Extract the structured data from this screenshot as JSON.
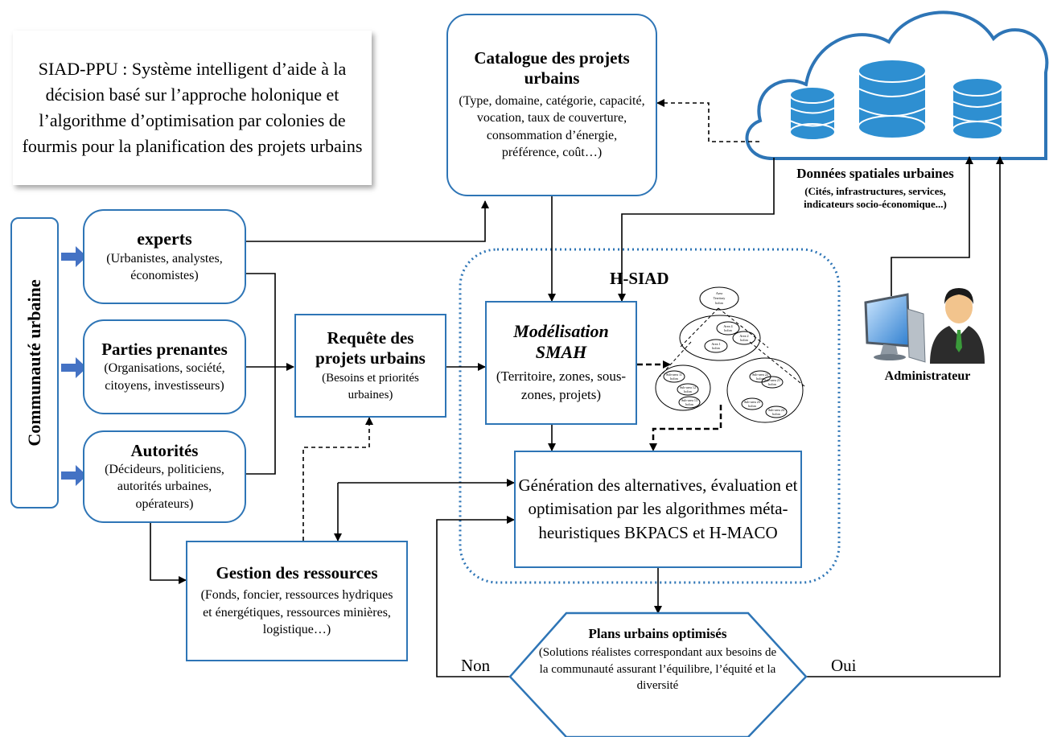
{
  "caption": "SIAD-PPU : Système intelligent d’aide à la décision basé sur l’approche holonique et l’algorithme d’optimisation par colonies de fourmis pour la planification des projets urbains",
  "communaute": "Communauté urbaine",
  "experts": {
    "title": "experts",
    "desc": "(Urbanistes, analystes, économistes)"
  },
  "parties": {
    "title": "Parties prenantes",
    "desc": "(Organisations, société, citoyens, investisseurs)"
  },
  "autorites": {
    "title": "Autorités",
    "desc": "(Décideurs, politiciens, autorités urbaines, opérateurs)"
  },
  "requete": {
    "title": "Requête des projets urbains",
    "desc": "(Besoins et priorités urbaines)"
  },
  "catalogue": {
    "title": "Catalogue des projets urbains",
    "desc": "(Type, domaine, catégorie, capacité, vocation, taux de couverture, consommation d’énergie, préférence, coût…)"
  },
  "donnees": {
    "title": "Données spatiales urbaines",
    "desc": "(Cités, infrastructures, services, indicateurs socio-économique...)"
  },
  "hsiad": "H-SIAD",
  "modelisation": {
    "title": "Modélisation SMAH",
    "desc": "(Territoire, zones, sous-zones, projets)"
  },
  "generation": "Génération des alternatives, évaluation et optimisation par les algorithmes méta-heuristiques BKPACS et H-MACO",
  "gestion": {
    "title": "Gestion des ressources",
    "desc": "(Fonds, foncier, ressources hydriques et énergétiques, ressources minières, logistique…)"
  },
  "plans": {
    "title": "Plans urbains optimisés",
    "desc": "(Solutions réalistes correspondant aux besoins de la communauté assurant l’équilibre, l’équité et la diversité"
  },
  "non": "Non",
  "oui": "Oui",
  "administrateur": "Administrateur",
  "holons": {
    "root": [
      "Area",
      "Territory",
      "holon"
    ],
    "areas": [
      [
        "Area 4",
        "holon"
      ],
      [
        "Area 2",
        "holon"
      ],
      [
        "Area 1",
        "holon"
      ]
    ],
    "subs_left": [
      [
        "Sub-area 11",
        "holon"
      ],
      [
        "Sub-area 12",
        "holon"
      ],
      [
        "Sub-area 13",
        "holon"
      ]
    ],
    "subs_right": [
      [
        "Sub-area 22",
        "holon"
      ],
      [
        "Sub-area 21",
        "holon"
      ],
      [
        "Sub-area 23",
        "holon"
      ],
      [
        "Sub-area 24",
        "holon"
      ]
    ]
  },
  "colors": {
    "accent": "#2e75b6",
    "arrow_fill": "#4472c4",
    "database": "#2e8fd1",
    "line": "#000000"
  }
}
